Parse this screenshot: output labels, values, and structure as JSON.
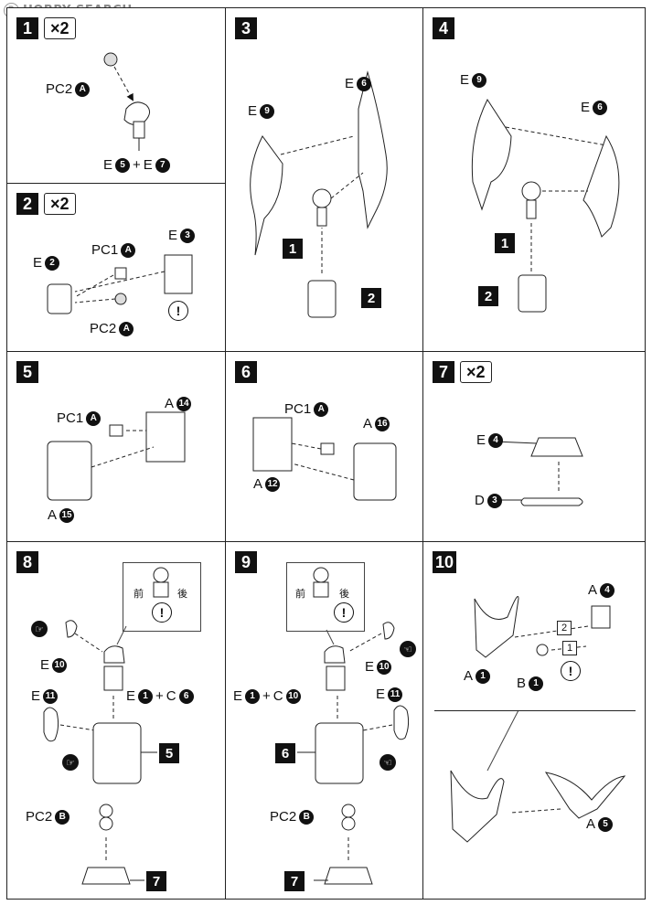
{
  "watermark": {
    "brand": "HOBBY SEARCH",
    "mark": "R"
  },
  "steps": [
    {
      "num": "1",
      "mult": "×2",
      "labels": {
        "pc2": "PC2",
        "pc2_circle": "A",
        "e5": "E",
        "e5_num": "5",
        "plus": "+",
        "e7": "E",
        "e7_num": "7"
      }
    },
    {
      "num": "2",
      "mult": "×2",
      "labels": {
        "e2": "E",
        "e2_num": "2",
        "pc1": "PC1",
        "pc1_circle": "A",
        "e3": "E",
        "e3_num": "3",
        "pc2": "PC2",
        "pc2_circle": "A"
      }
    },
    {
      "num": "3",
      "labels": {
        "e9": "E",
        "e9_num": "9",
        "e6": "E",
        "e6_num": "6",
        "tag1": "1",
        "tag2": "2"
      }
    },
    {
      "num": "4",
      "labels": {
        "e9": "E",
        "e9_num": "9",
        "e6": "E",
        "e6_num": "6",
        "tag1": "1",
        "tag2": "2"
      }
    },
    {
      "num": "5",
      "labels": {
        "pc1": "PC1",
        "pc1_circle": "A",
        "a14": "A",
        "a14_num": "14",
        "a15": "A",
        "a15_num": "15"
      }
    },
    {
      "num": "6",
      "labels": {
        "pc1": "PC1",
        "pc1_circle": "A",
        "a16": "A",
        "a16_num": "16",
        "a12": "A",
        "a12_num": "12"
      }
    },
    {
      "num": "7",
      "mult": "×2",
      "labels": {
        "e4": "E",
        "e4_num": "4",
        "d3": "D",
        "d3_num": "3"
      }
    },
    {
      "num": "8",
      "labels": {
        "front": "前",
        "back": "後",
        "e10": "E",
        "e10_num": "10",
        "e11": "E",
        "e11_num": "11",
        "e1": "E",
        "e1_num": "1",
        "plus": "+",
        "c6": "C",
        "c6_num": "6",
        "tag5": "5",
        "pc2": "PC2",
        "pc2_circle": "B",
        "tag7": "7"
      }
    },
    {
      "num": "9",
      "labels": {
        "front": "前",
        "back": "後",
        "e10": "E",
        "e10_num": "10",
        "e11": "E",
        "e11_num": "11",
        "e1": "E",
        "e1_num": "1",
        "plus": "+",
        "c10": "C",
        "c10_num": "10",
        "tag6": "6",
        "pc2": "PC2",
        "pc2_circle": "B",
        "tag7": "7"
      }
    },
    {
      "num": "10",
      "labels": {
        "a4": "A",
        "a4_num": "4",
        "a1": "A",
        "a1_num": "1",
        "b1": "B",
        "b1_num": "1",
        "sub2": "2",
        "sub1": "1",
        "a5": "A",
        "a5_num": "5"
      }
    }
  ],
  "warning_symbol": "!"
}
